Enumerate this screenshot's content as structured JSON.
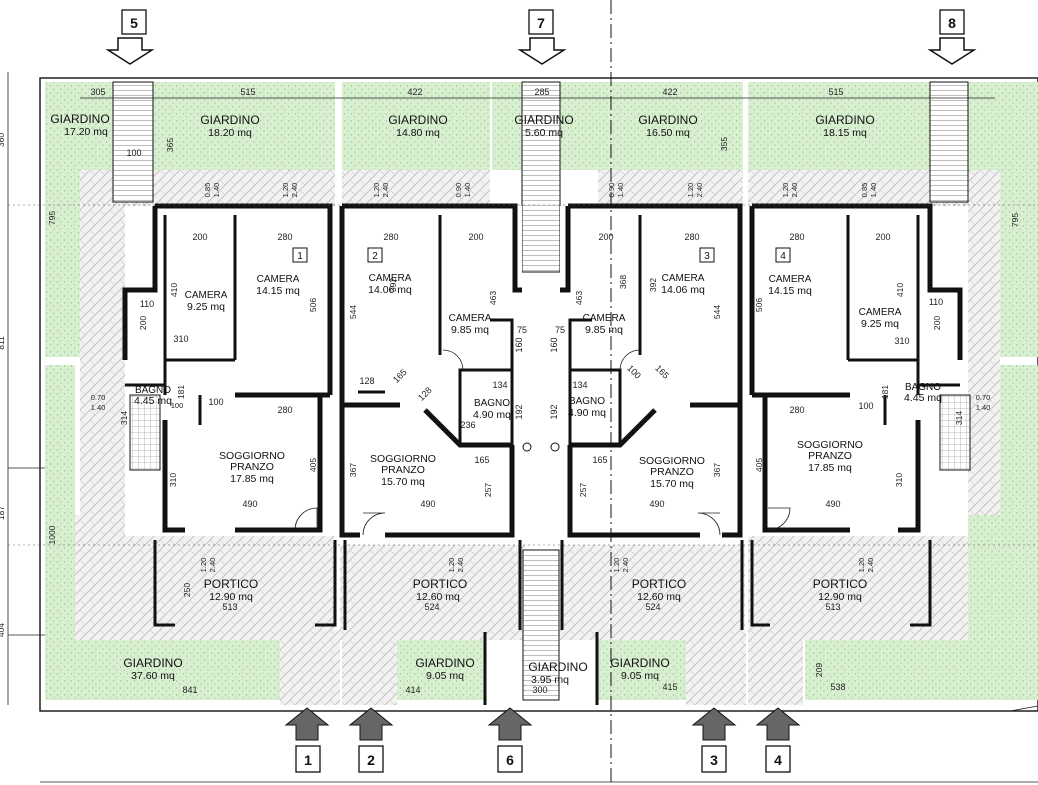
{
  "rooms": {
    "g1": {
      "label": "GIARDINO",
      "area": "17.20 mq"
    },
    "g2": {
      "label": "GIARDINO",
      "area": "18.20 mq"
    },
    "g3": {
      "label": "GIARDINO",
      "area": "14.80 mq"
    },
    "g4": {
      "label": "GIARDINO",
      "area": "5.60 mq"
    },
    "g5": {
      "label": "GIARDINO",
      "area": "16.50 mq"
    },
    "g6": {
      "label": "GIARDINO",
      "area": "18.15 mq"
    },
    "c1a": {
      "label": "CAMERA",
      "area": "9.25 mq"
    },
    "c1b": {
      "label": "CAMERA",
      "area": "14.15 mq"
    },
    "c2a": {
      "label": "CAMERA",
      "area": "14.06 mq"
    },
    "c2b": {
      "label": "CAMERA",
      "area": "9.85 mq"
    },
    "c3a": {
      "label": "CAMERA",
      "area": "9.85 mq"
    },
    "c3b": {
      "label": "CAMERA",
      "area": "14.06 mq"
    },
    "c4a": {
      "label": "CAMERA",
      "area": "14.15 mq"
    },
    "c4b": {
      "label": "CAMERA",
      "area": "9.25 mq"
    },
    "b1": {
      "label": "BAGNO",
      "area": "4.45 mq"
    },
    "b2": {
      "label": "BAGNO",
      "area": "4.90 mq"
    },
    "b3": {
      "label": "BAGNO",
      "area": "4.90 mq"
    },
    "b4": {
      "label": "BAGNO",
      "area": "4.45 mq"
    },
    "s1": {
      "l1": "SOGGIORNO",
      "l2": "PRANZO",
      "area": "17.85 mq"
    },
    "s2": {
      "l1": "SOGGIORNO",
      "l2": "PRANZO",
      "area": "15.70 mq"
    },
    "s3": {
      "l1": "SOGGIORNO",
      "l2": "PRANZO",
      "area": "15.70 mq"
    },
    "s4": {
      "l1": "SOGGIORNO",
      "l2": "PRANZO",
      "area": "17.85 mq"
    },
    "p1": {
      "label": "PORTICO",
      "area": "12.90 mq"
    },
    "p2": {
      "label": "PORTICO",
      "area": "12.60 mq"
    },
    "p3": {
      "label": "PORTICO",
      "area": "12.60 mq"
    },
    "p4": {
      "label": "PORTICO",
      "area": "12.90 mq"
    },
    "gb1": {
      "label": "GIARDINO",
      "area": "37.60 mq"
    },
    "gb2": {
      "label": "GIARDINO",
      "area": "9.05 mq"
    },
    "gb3": {
      "label": "GIARDINO",
      "area": "3.95 mq"
    },
    "gb4": {
      "label": "GIARDINO",
      "area": "9.05 mq"
    }
  },
  "units": [
    "1",
    "2",
    "3",
    "4"
  ],
  "entries": [
    "5",
    "7",
    "8",
    "1",
    "2",
    "6",
    "3",
    "4"
  ],
  "dims": {
    "top": [
      "305",
      "515",
      "422",
      "285",
      "422",
      "515"
    ],
    "row1": [
      "200",
      "280",
      "280",
      "200",
      "200",
      "280",
      "280",
      "200"
    ],
    "living": [
      "280",
      "280",
      "490",
      "490",
      "490",
      "490"
    ],
    "portico": [
      "513",
      "524",
      "524",
      "513"
    ],
    "bottom": [
      "841",
      "414",
      "300",
      "415",
      "538"
    ],
    "misc": [
      "110",
      "310",
      "100",
      "128",
      "165",
      "134",
      "192",
      "236",
      "165",
      "75",
      "160",
      "75",
      "160",
      "192",
      "134",
      "100",
      "310",
      "110",
      "100",
      "128",
      "165",
      "165",
      "100"
    ],
    "vert": [
      "365",
      "410",
      "200",
      "506",
      "544",
      "392",
      "463",
      "463",
      "368",
      "392",
      "544",
      "506",
      "410",
      "200",
      "181",
      "314",
      "314",
      "181",
      "310",
      "405",
      "367",
      "257",
      "257",
      "367",
      "405",
      "310",
      "250",
      "209",
      "355"
    ],
    "side_left": [
      "360",
      "795",
      "811",
      "187",
      "1000",
      "404"
    ],
    "side_right": [
      "795"
    ],
    "tiny": [
      "0.85",
      "1.40",
      "1.20",
      "2.40",
      "1.20",
      "2.40",
      "0.90",
      "1.40",
      "0.90",
      "1.40",
      "1.20",
      "2.40",
      "1.20",
      "2.40",
      "0.85",
      "1.40",
      "0.70",
      "1.40",
      "0.70",
      "1.40",
      "100",
      "1.20",
      "2.40",
      "1.20",
      "2.40",
      "1.20",
      "2.40",
      "1.20",
      "2.40"
    ]
  }
}
